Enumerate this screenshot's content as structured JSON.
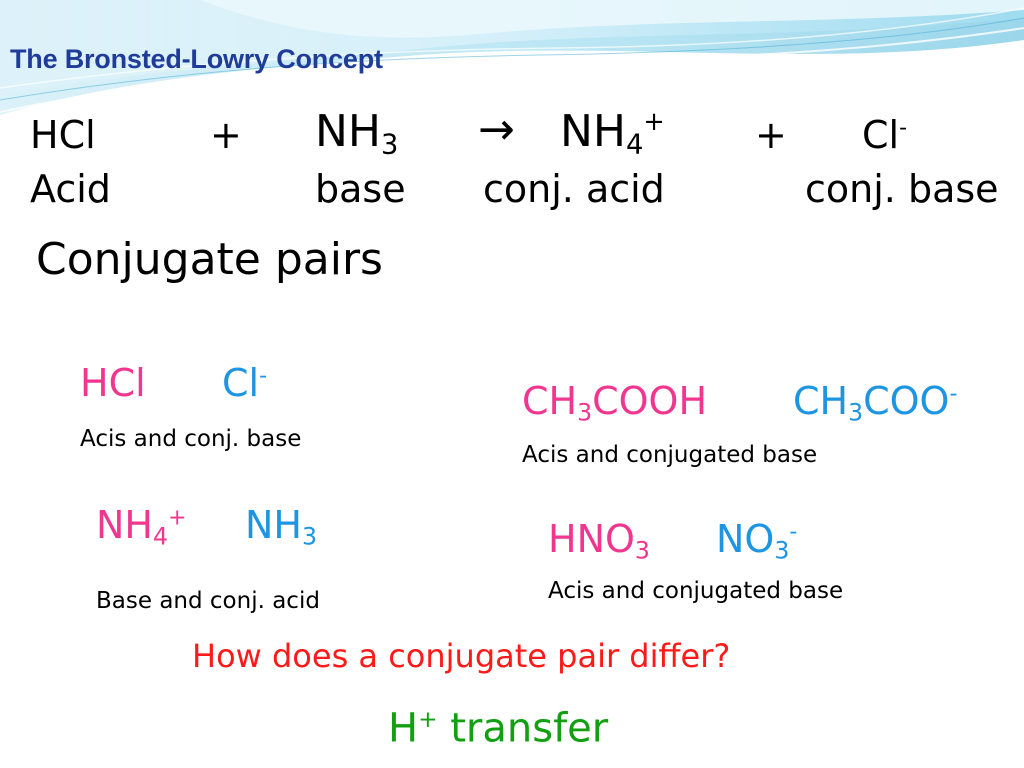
{
  "title": "The Bronsted-Lowry Concept",
  "equation": {
    "hcl": "HCl",
    "plus1": "+",
    "nh3_base": "NH",
    "nh3_sub": "3",
    "arrow": "→",
    "nh4_base": "NH",
    "nh4_sub": "4",
    "nh4_sup": "+",
    "plus2": "+",
    "cl_base": "Cl",
    "cl_sup": "-"
  },
  "roles": {
    "acid": "Acid",
    "base": "base",
    "conj_acid": "conj. acid",
    "conj_base": "conj. base"
  },
  "section_heading": "Conjugate pairs",
  "pairs": {
    "hcl": {
      "acid": "HCl",
      "base_main": "Cl",
      "base_sup": "-",
      "desc": "Acis and conj. base"
    },
    "acetic": {
      "acid_a": "CH",
      "acid_sub": "3",
      "acid_b": "COOH",
      "base_a": "CH",
      "base_sub": "3",
      "base_b": "COO",
      "base_sup": "-",
      "desc": "Acis and conjugated base"
    },
    "ammonium": {
      "first_main": "NH",
      "first_sub": "4",
      "first_sup": "+",
      "second_main": "NH",
      "second_sub": "3",
      "desc": "Base and conj. acid"
    },
    "nitric": {
      "acid_main": "HNO",
      "acid_sub": "3",
      "base_main": "NO",
      "base_sub": "3",
      "base_sup": "-",
      "desc": "Acis and conjugated base"
    }
  },
  "question": "How does a conjugate pair differ?",
  "answer": {
    "h": "H",
    "sup": "+",
    "rest": " transfer"
  },
  "colors": {
    "title": "#1f3c99",
    "acid_pink": "#f0368f",
    "base_blue": "#1d95e3",
    "question_red": "#ff1a1a",
    "answer_green": "#12a012"
  }
}
